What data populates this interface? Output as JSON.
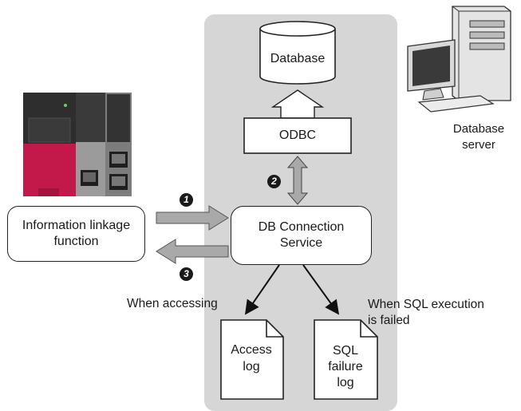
{
  "nodes": {
    "database": "Database",
    "odbc": "ODBC",
    "database_server": "Database\nserver",
    "info_linkage": "Information linkage\nfunction",
    "db_service": "DB Connection\nService",
    "access_log": "Access\nlog",
    "sql_failure_log": "SQL\nfailure\nlog"
  },
  "labels": {
    "when_accessing": "When accessing",
    "when_sql_failed": "When SQL execution\nis failed"
  },
  "steps": {
    "s1": "1",
    "s2": "2",
    "s3": "3"
  },
  "colors": {
    "service_area": "#d6d6d6",
    "arrow_fill": "#a9a9a9",
    "plc_red": "#c2184a",
    "plc_dark": "#2e2e2e",
    "plc_gray": "#8a8a8a"
  },
  "icons": {
    "plc": "plc-controller-icon",
    "server": "computer-server-icon"
  }
}
